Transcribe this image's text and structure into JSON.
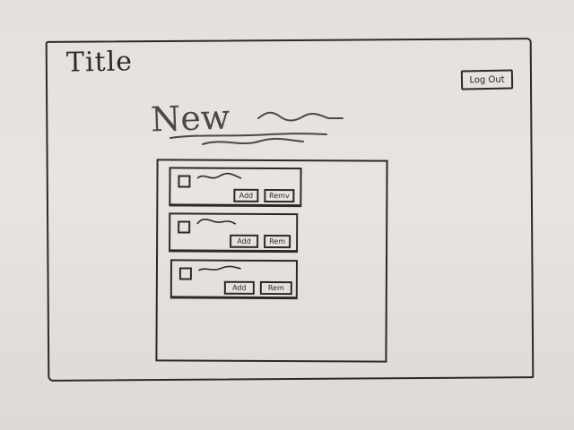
{
  "app": {
    "title": "Title"
  },
  "header": {
    "logout_label": "Log Out"
  },
  "main": {
    "heading": "New"
  },
  "items": [
    {
      "add_label": "Add",
      "remove_label": "Remv"
    },
    {
      "add_label": "Add",
      "remove_label": "Rem"
    },
    {
      "add_label": "Add",
      "remove_label": "Rem"
    }
  ]
}
